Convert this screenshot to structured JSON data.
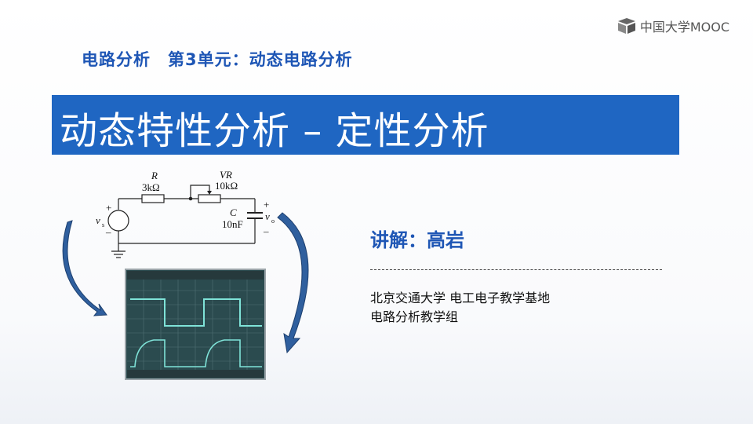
{
  "watermark": {
    "brand": "中国大学MOOC",
    "icon": "mooc-logo-icon"
  },
  "slide": {
    "course": "电路分析",
    "unit": "第3单元：动态电路分析",
    "title": "动态特性分析 – 定性分析",
    "lecturer": "讲解：高岩",
    "affiliation_line1": "北京交通大学 电工电子教学基地",
    "affiliation_line2": "电路分析教学组"
  },
  "circuit": {
    "r_name": "R",
    "r_value": "3kΩ",
    "vr_name": "VR",
    "vr_value": "10kΩ",
    "c_name": "C",
    "c_value": "10nF",
    "source_label": "v",
    "source_sub": "s",
    "output_label": "v",
    "output_sub": "o",
    "plus": "+",
    "minus": "–"
  },
  "colors": {
    "title_blue": "#1f66c2",
    "heading_blue": "#1e56b5",
    "arrow_blue": "#2f5f9e",
    "scope_screen": "#2b4b4f",
    "trace": "#7fe3d8"
  }
}
